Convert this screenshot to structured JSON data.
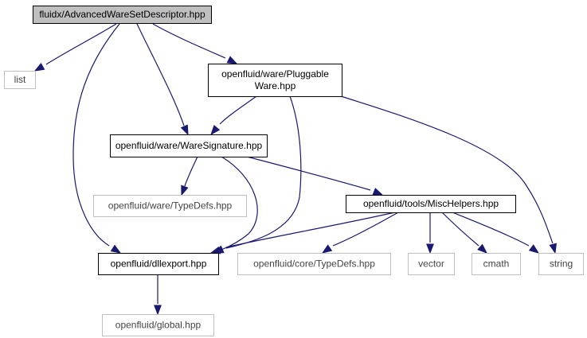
{
  "graph": {
    "colors": {
      "edge": "#191970",
      "root_fill": "#bfbfbf",
      "documented_border": "#000000",
      "external_border": "#bfbfbf",
      "documented_text": "#000000",
      "external_text": "#444444"
    },
    "nodes": [
      {
        "id": "advanced",
        "lines": [
          "fluidx/AdvancedWareSetDescriptor.hpp"
        ],
        "style": "root"
      },
      {
        "id": "list",
        "lines": [
          "list"
        ],
        "style": "external"
      },
      {
        "id": "pluggable",
        "lines": [
          "openfluid/ware/Pluggable",
          "Ware.hpp"
        ],
        "style": "documented"
      },
      {
        "id": "signature",
        "lines": [
          "openfluid/ware/WareSignature.hpp"
        ],
        "style": "documented"
      },
      {
        "id": "waretypedefs",
        "lines": [
          "openfluid/ware/TypeDefs.hpp"
        ],
        "style": "external"
      },
      {
        "id": "mischelpers",
        "lines": [
          "openfluid/tools/MiscHelpers.hpp"
        ],
        "style": "documented"
      },
      {
        "id": "dllexport",
        "lines": [
          "openfluid/dllexport.hpp"
        ],
        "style": "documented"
      },
      {
        "id": "coretypedefs",
        "lines": [
          "openfluid/core/TypeDefs.hpp"
        ],
        "style": "external"
      },
      {
        "id": "vector",
        "lines": [
          "vector"
        ],
        "style": "external"
      },
      {
        "id": "cmath",
        "lines": [
          "cmath"
        ],
        "style": "external"
      },
      {
        "id": "string",
        "lines": [
          "string"
        ],
        "style": "external"
      },
      {
        "id": "global",
        "lines": [
          "openfluid/global.hpp"
        ],
        "style": "external"
      }
    ],
    "edges": [
      {
        "from": "advanced",
        "to": "list"
      },
      {
        "from": "advanced",
        "to": "pluggable"
      },
      {
        "from": "advanced",
        "to": "signature"
      },
      {
        "from": "advanced",
        "to": "dllexport"
      },
      {
        "from": "pluggable",
        "to": "signature"
      },
      {
        "from": "pluggable",
        "to": "dllexport"
      },
      {
        "from": "pluggable",
        "to": "string"
      },
      {
        "from": "signature",
        "to": "waretypedefs"
      },
      {
        "from": "signature",
        "to": "mischelpers"
      },
      {
        "from": "signature",
        "to": "dllexport"
      },
      {
        "from": "mischelpers",
        "to": "dllexport"
      },
      {
        "from": "mischelpers",
        "to": "coretypedefs"
      },
      {
        "from": "mischelpers",
        "to": "vector"
      },
      {
        "from": "mischelpers",
        "to": "cmath"
      },
      {
        "from": "mischelpers",
        "to": "string"
      },
      {
        "from": "dllexport",
        "to": "global"
      }
    ]
  }
}
